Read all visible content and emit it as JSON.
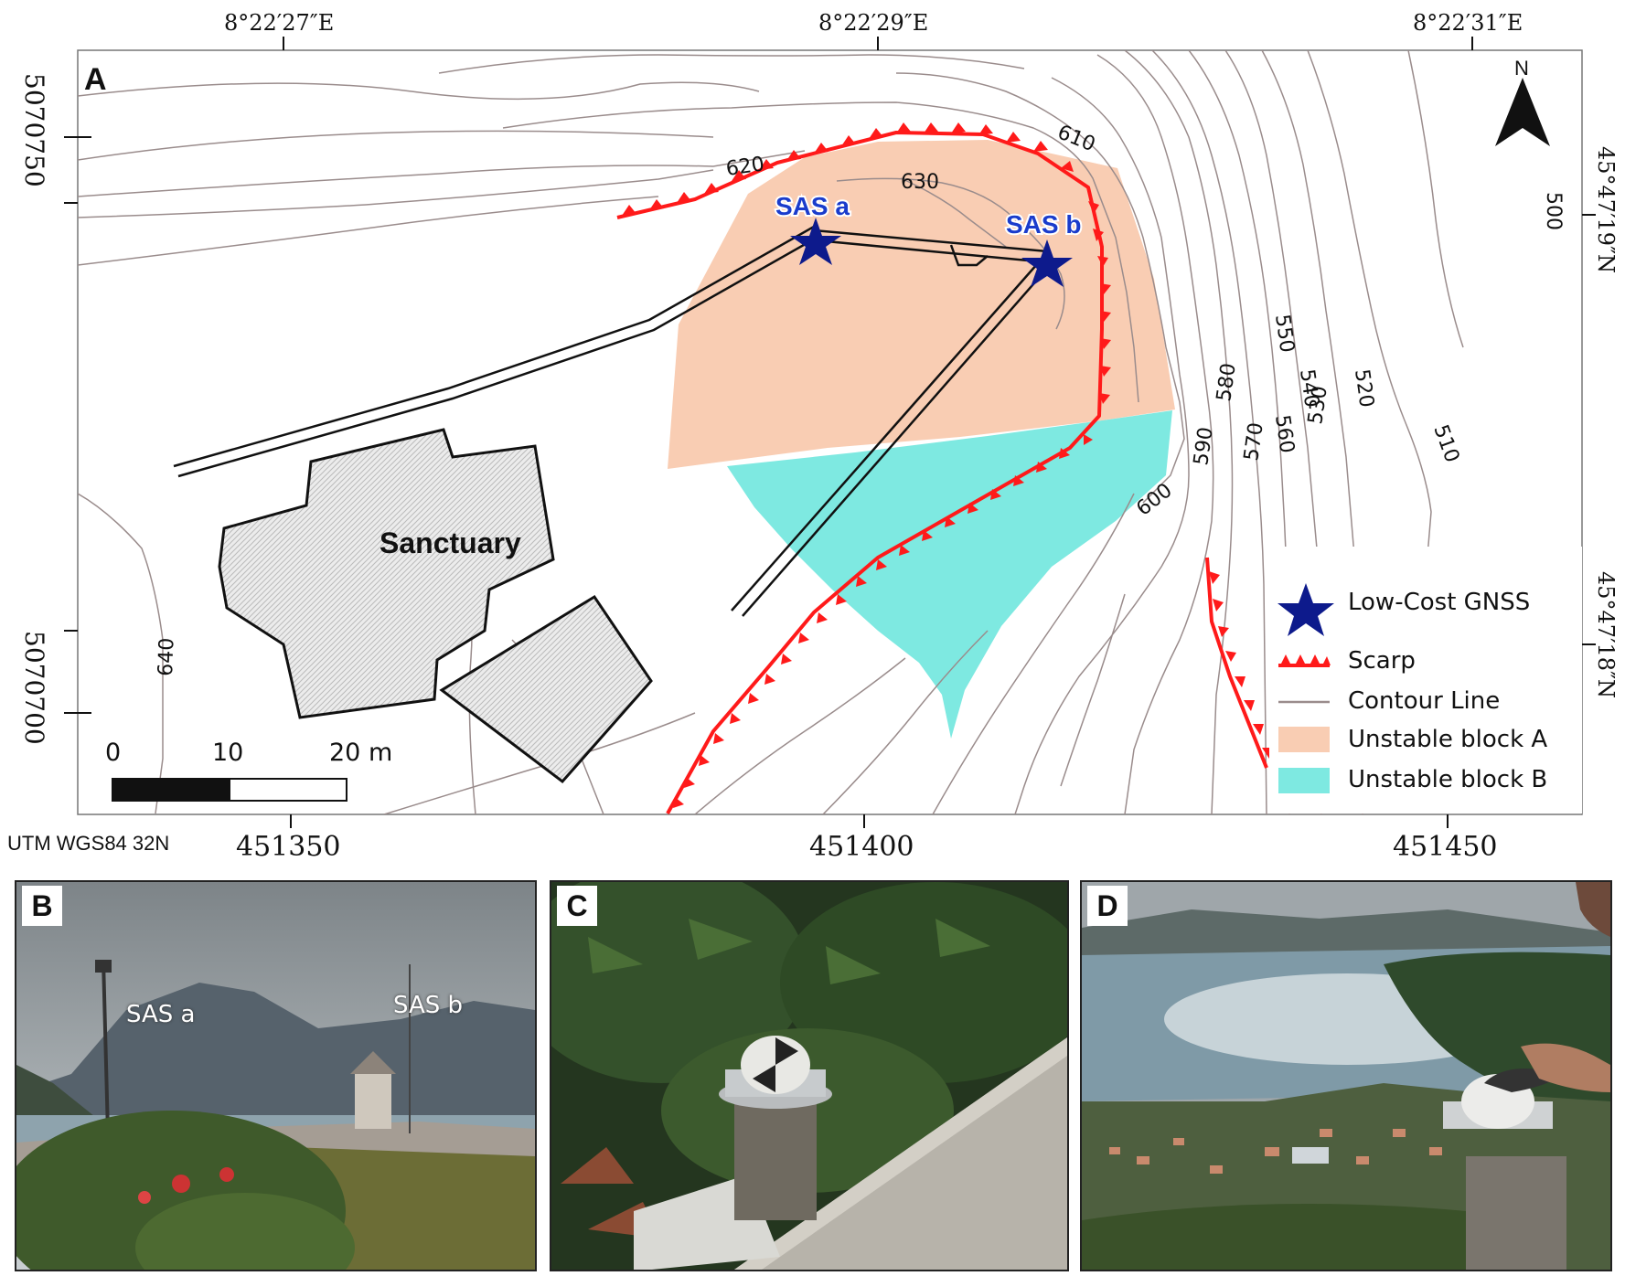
{
  "map": {
    "panel_label": "A",
    "top_coords": [
      "8°22′27″E",
      "8°22′29″E",
      "8°22′31″E"
    ],
    "right_coords": [
      "45°47′19″N",
      "45°47′18″N"
    ],
    "left_coords": [
      "5070750",
      "5070700"
    ],
    "bottom_coords": [
      "451350",
      "451400",
      "451450"
    ],
    "crs_label": "UTM WGS84 32N",
    "north_label": "N",
    "sanctuary_label": "Sanctuary",
    "sas_a_label": "SAS a",
    "sas_b_label": "SAS b",
    "contour_labels": [
      "620",
      "630",
      "610",
      "600",
      "590",
      "580",
      "570",
      "560",
      "550",
      "540",
      "530",
      "520",
      "510",
      "500",
      "640"
    ],
    "scale_bar": {
      "labels": [
        "0",
        "10",
        "20 m"
      ]
    },
    "colors": {
      "scarp": "#ff1a1a",
      "contour": "#9a8c8c",
      "block_a": "#f9cdb3",
      "block_b": "#7ee9e1",
      "gnss_star": "#0d1a8c",
      "sas_label": "#1a3ccc"
    }
  },
  "legend": {
    "items": [
      {
        "symbol": "star",
        "label": "Low-Cost GNSS"
      },
      {
        "symbol": "scarp",
        "label": "Scarp"
      },
      {
        "symbol": "contour",
        "label": "Contour Line"
      },
      {
        "symbol": "block-a",
        "label": "Unstable block A"
      },
      {
        "symbol": "block-b",
        "label": "Unstable block B"
      }
    ]
  },
  "photos": [
    {
      "panel_label": "B",
      "labels": [
        "SAS a",
        "SAS b"
      ]
    },
    {
      "panel_label": "C"
    },
    {
      "panel_label": "D"
    }
  ]
}
